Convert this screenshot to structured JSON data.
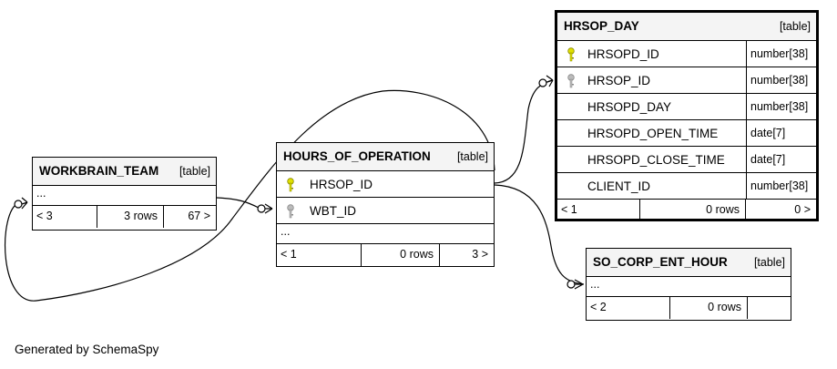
{
  "tables": {
    "hrsop_day": {
      "name": "HRSOP_DAY",
      "kind": "[table]",
      "columns": [
        {
          "name": "HRSOPD_ID",
          "type": "number[38]",
          "key": "primary"
        },
        {
          "name": "HRSOP_ID",
          "type": "number[38]",
          "key": "foreign"
        },
        {
          "name": "HRSOPD_DAY",
          "type": "number[38]",
          "key": "none"
        },
        {
          "name": "HRSOPD_OPEN_TIME",
          "type": "date[7]",
          "key": "none"
        },
        {
          "name": "HRSOPD_CLOSE_TIME",
          "type": "date[7]",
          "key": "none"
        },
        {
          "name": "CLIENT_ID",
          "type": "number[38]",
          "key": "none"
        }
      ],
      "footer": {
        "parents": "< 1",
        "rows": "0 rows",
        "children": "0 >"
      }
    },
    "workbrain_team": {
      "name": "WORKBRAIN_TEAM",
      "kind": "[table]",
      "ellipsis": "...",
      "footer": {
        "parents": "< 3",
        "rows": "3 rows",
        "children": "67 >"
      }
    },
    "hours_of_operation": {
      "name": "HOURS_OF_OPERATION",
      "kind": "[table]",
      "columns": [
        {
          "name": "HRSOP_ID",
          "key": "primary"
        },
        {
          "name": "WBT_ID",
          "key": "foreign"
        }
      ],
      "ellipsis": "...",
      "footer": {
        "parents": "< 1",
        "rows": "0 rows",
        "children": "3 >"
      }
    },
    "so_corp_ent_hour": {
      "name": "SO_CORP_ENT_HOUR",
      "kind": "[table]",
      "ellipsis": "...",
      "footer": {
        "parents": "< 2",
        "rows": "0 rows",
        "children": ""
      }
    }
  },
  "colors": {
    "primary_key": "#e0e000",
    "foreign_key": "#b0b0b0",
    "header_bg": "#f4f4f4"
  },
  "icons": {
    "primary_key": "key-icon",
    "foreign_key": "key-icon"
  },
  "generated_by": "Generated by SchemaSpy"
}
